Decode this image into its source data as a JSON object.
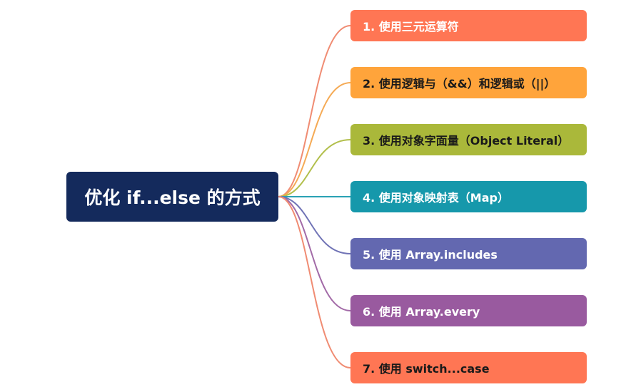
{
  "center": {
    "label": "优化 if...else 的方式"
  },
  "branches": [
    {
      "label": "1. 使用三元运算符",
      "color": "#ff7654",
      "line_color": "#f08c73"
    },
    {
      "label": "2. 使用逻辑与（&&）和逻辑或（||）",
      "color": "#ffa43b",
      "line_color": "#f5aa55"
    },
    {
      "label": "3. 使用对象字面量（Object Literal）",
      "color": "#aab83a",
      "line_color": "#b2bf4c"
    },
    {
      "label": "4. 使用对象映射表（Map）",
      "color": "#1698ab",
      "line_color": "#2aa2b4"
    },
    {
      "label": "5. 使用 Array.includes",
      "color": "#6368b0",
      "line_color": "#7174b6"
    },
    {
      "label": "6. 使用 Array.every",
      "color": "#995a9f",
      "line_color": "#a26aa7"
    },
    {
      "label": "7. 使用 switch...case",
      "color": "#ff7654",
      "line_color": "#f08c73"
    }
  ]
}
